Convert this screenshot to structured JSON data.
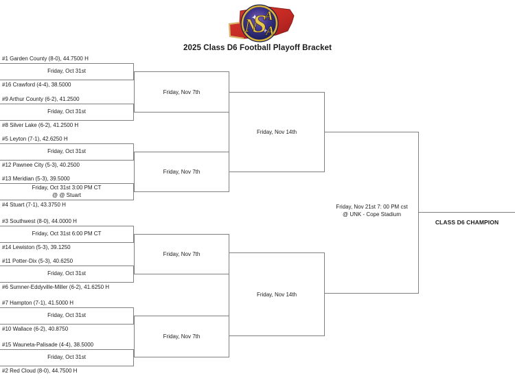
{
  "header": {
    "logo": {
      "name": "NSAA logo (Nebraska state with NSAA seal)",
      "letters": [
        "N",
        "S",
        "A",
        "A"
      ]
    },
    "title": "2025 Class D6 Football Playoff Bracket"
  },
  "bracket": {
    "first_round": [
      {
        "top_team": "#1 Garden County (8-0), 44.7500 H",
        "date_lines": [
          "Friday, Oct 31st"
        ],
        "bottom_team": "#16 Crawford (4-4), 38.5000"
      },
      {
        "top_team": "#9 Arthur County (6-2), 41.2500",
        "date_lines": [
          "Friday, Oct 31st"
        ],
        "bottom_team": "#8 Silver Lake (6-2), 41.2500 H"
      },
      {
        "top_team": "#5 Leyton (7-1), 42.6250 H",
        "date_lines": [
          "Friday, Oct 31st"
        ],
        "bottom_team": "#12 Pawnee City (5-3), 40.2500"
      },
      {
        "top_team": "#13 Meridian (5-3), 39.5000",
        "date_lines": [
          "Friday, Oct 31st 3:00 PM CT",
          "@ @ Stuart"
        ],
        "bottom_team": "#4 Stuart (7-1), 43.3750 H"
      },
      {
        "top_team": "#3 Southwest (8-0), 44.0000 H",
        "date_lines": [
          "Friday, Oct 31st 6:00 PM CT"
        ],
        "bottom_team": "#14 Lewiston (5-3), 39.1250"
      },
      {
        "top_team": "#11 Potter-Dix (5-3), 40.6250",
        "date_lines": [
          "Friday, Oct 31st"
        ],
        "bottom_team": "#6 Sumner-Eddyville-Miller (6-2), 41.6250 H"
      },
      {
        "top_team": "#7 Hampton (7-1), 41.5000 H",
        "date_lines": [
          "Friday, Oct 31st"
        ],
        "bottom_team": "#10 Wallace (6-2), 40.8750"
      },
      {
        "top_team": "#15 Wauneta-Palisade (4-4), 38.5000",
        "date_lines": [
          "Friday, Oct 31st"
        ],
        "bottom_team": "#2 Red Cloud (8-0), 44.7500 H"
      }
    ],
    "quarterfinals": [
      {
        "label": "Friday, Nov 7th"
      },
      {
        "label": "Friday, Nov 7th"
      },
      {
        "label": "Friday, Nov 7th"
      },
      {
        "label": "Friday, Nov 7th"
      }
    ],
    "semifinals": [
      {
        "label": "Friday, Nov 14th"
      },
      {
        "label": "Friday, Nov 14th"
      }
    ],
    "final": {
      "line1": "Friday, Nov 21st 7: 00 PM cst",
      "line2": "@ UNK - Cope Stadium"
    },
    "champion_label": "CLASS D6 CHAMPION"
  },
  "colors": {
    "line": "#808080",
    "text": "#1a1a1a",
    "logo_red": "#cc2a26",
    "logo_red_dark": "#9e1c1c",
    "logo_gold": "#e8c54e",
    "logo_tan": "#d9b36a",
    "logo_navy": "#1b1f55",
    "logo_purple": "#6a55ab"
  }
}
